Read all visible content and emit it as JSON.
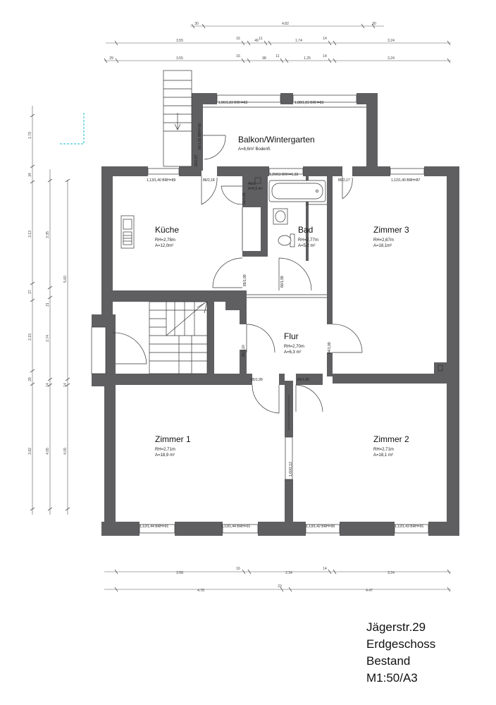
{
  "rooms": [
    {
      "name": "Balkon/Wintergarten",
      "meta1": "A=8,6m² Bodenfl.",
      "meta2": ""
    },
    {
      "name": "Küche",
      "meta1": "RH=2,78m",
      "meta2": "A=12,0m²"
    },
    {
      "name": "Bad",
      "meta1": "RH=2,77m",
      "meta2": "A=5,2 m²"
    },
    {
      "name": "Zimmer 3",
      "meta1": "RH=2,67m",
      "meta2": "A=18,1m²"
    },
    {
      "name": "Flur",
      "meta1": "RH=2,70m",
      "meta2": "A=6,3 m²"
    },
    {
      "name": "Zimmer 1",
      "meta1": "RH=2,71m",
      "meta2": "A=18,9 m²"
    },
    {
      "name": "Zimmer 2",
      "meta1": "RH=2,71m",
      "meta2": "A=18,1 m²"
    },
    {
      "name": "Abst.",
      "meta1": "A=0,5 m²",
      "meta2": ""
    }
  ],
  "windows": [
    "1,86/1,83 BRH=83",
    "1,88/1,83 BRH=83",
    "1,13/1,40 BRH=89",
    "1,20/63 BRH=1,33",
    "1,12/1,40 BRH=87",
    "1,12/1,44 BRH=91",
    "1,13/1,44 BRH=91",
    "1,13/1,42 BRH=90",
    "1,12/1,43 BRH=91"
  ],
  "doors": [
    "86/2,18",
    "62/1,99",
    "85/2,17",
    "80/2,87",
    "86/1,82 BRH=66",
    "85/1,99",
    "80/1,99",
    "86/2,10",
    "84/1,99",
    "85/1,99",
    "84/1,99",
    "1,60/2,12"
  ],
  "dims_top": {
    "row1": [
      "30",
      "4.82",
      "30"
    ],
    "row2": [
      "3.55",
      "16",
      "49",
      "11",
      "1.74",
      "14",
      "3.24"
    ],
    "row3": [
      "29",
      "3.55",
      "16",
      "98",
      "11",
      "1.25",
      "14",
      "3.24"
    ]
  },
  "dims_left": {
    "col1": [
      "1.79",
      "34",
      "3.13",
      "27",
      "2.15",
      "29",
      "3.92"
    ],
    "col2": [
      "3.35",
      "21",
      "2.74",
      "14",
      "4.05"
    ],
    "col3": [
      "5.60",
      "14",
      "4.05"
    ]
  },
  "dims_bottom": {
    "row1": [
      "3.58",
      "16",
      "2.34",
      "14",
      "3.24"
    ],
    "row2": [
      "4.78",
      "23",
      "4.47"
    ]
  },
  "title_block": {
    "line1": "Jägerstr.29",
    "line2": "Erdgeschoss",
    "line3": "Bestand",
    "line4": "M1:50/A3"
  },
  "colors": {
    "wall": "#5f5f62",
    "line": "#333333",
    "accent": "#3fc6d6"
  }
}
